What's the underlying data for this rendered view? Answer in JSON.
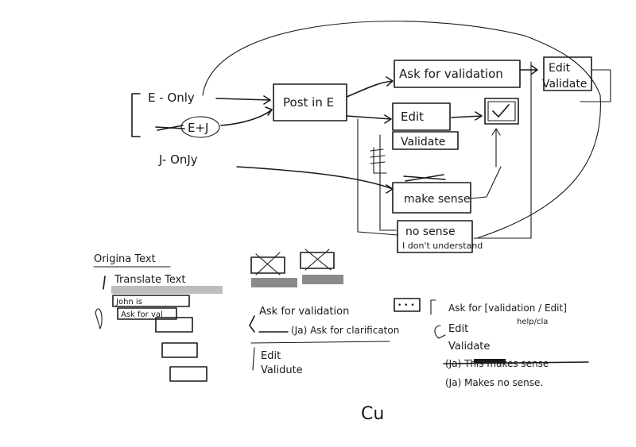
{
  "flow": {
    "e_only": "E - Only",
    "e_j": "E+J",
    "j_only": "J- OnJy",
    "post_in_e": "Post in E",
    "ask_validation": "Ask for validation",
    "edit": "Edit",
    "validate": "Validate",
    "make_sense": "make sense",
    "no_sense": "no sense",
    "dont_understand": "I don't understand",
    "right_edit": "Edit",
    "right_validate": "Validate"
  },
  "lower_left": {
    "original_text": "Origina Text",
    "translate_text": "Translate Text",
    "john_is": "John is",
    "ask_for_val": "Ask for val"
  },
  "menu_middle": {
    "ask_validation": "Ask for validation",
    "ask_clarification": "(Ja) Ask for clarificaton",
    "edit": "Edit",
    "validate": "Validute"
  },
  "menu_right": {
    "dots": "• • •",
    "ask_for": "Ask for [validation / Edit]",
    "help": "help/cla",
    "edit": "Edit",
    "validate": "Validate",
    "makes_sense_struck": "(Ja) This makes sense",
    "makes_no_sense": "(Ja) Makes no sense."
  },
  "signature": "Cu"
}
